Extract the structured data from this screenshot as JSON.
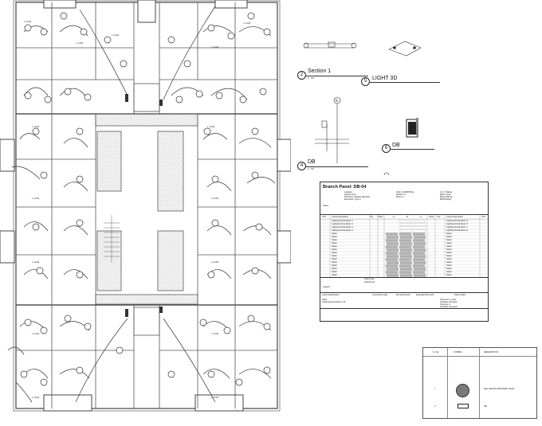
{
  "views": {
    "section1": {
      "number": "2",
      "title": "Section 1",
      "scale": "1 : 50"
    },
    "light3d": {
      "number": "5",
      "title": "LIGHT 3D"
    },
    "db_elev": {
      "number": "4",
      "title": "DB",
      "scale": "1 : 50"
    },
    "db_3d": {
      "number": "6",
      "title": "DB"
    },
    "grid_tag": "E"
  },
  "branch_panel": {
    "title": "Branch Panel: DB-04",
    "header_left": [
      "Location:",
      "Supply From:",
      "Mounting: Surface Mounted",
      "Enclosure: Type 1"
    ],
    "header_mid": [
      "Volts: 120/208 Wye",
      "Phases: 3",
      "Wires: 4"
    ],
    "header_right": [
      "A.I.C. Rating:",
      "Mains Type:",
      "Mains Rating:",
      "MCB Rating:"
    ],
    "notes_label": "Notes:",
    "col_headers": [
      "CKT",
      "Circuit Description",
      "Trip",
      "Poles",
      "A",
      "B",
      "C",
      "Poles",
      "Trip",
      "Circuit Description",
      "CKT"
    ],
    "rows_left": [
      "Lighting Ahmat Room 1",
      "Lighting Ahmat Room 2",
      "Lighting Ahmat Room 3",
      "Lighting Ahmat Room 4",
      "Spare",
      "Spare",
      "Spare",
      "Spare",
      "Spare",
      "Spare",
      "Spare",
      "Spare",
      "Spare",
      "Spare",
      "Spare",
      "Spare",
      "Spare",
      "Spare"
    ],
    "rows_right": [
      "Lighting Ahmat Room 5",
      "Lighting Ahmat Room 6",
      "Lighting Ahmat Room 7",
      "Lighting Ahmat Room 8",
      "Spare",
      "Spare",
      "Spare",
      "Spare",
      "Spare",
      "Spare",
      "Spare",
      "Spare",
      "Spare",
      "Spare",
      "Spare",
      "Spare",
      "Spare",
      "Spare"
    ],
    "total_load": "Total Load:",
    "total_amps": "Total Amps:",
    "legend_label": "Legend:",
    "load_headers": [
      "Load Classification",
      "Connected Load",
      "Demand Factor",
      "Estimated Demand",
      "Panel Totals"
    ],
    "load_rows": [
      "Other",
      "Lighting Ahmat Room 1-8"
    ],
    "panel_totals": [
      "Total Conn. Load:",
      "Total Est. Demand:",
      "Total Conn.:",
      "Total Est. Demand:"
    ]
  },
  "legend": {
    "headers": [
      "Sr. No.",
      "SYMBOL",
      "DESCRIPTION"
    ],
    "rows": [
      {
        "no": "1",
        "desc": "LED CEILING MOUNTED LIGHT"
      },
      {
        "no": "2",
        "desc": "DB"
      }
    ]
  },
  "colors": {
    "line": "#222222",
    "wall": "#555555",
    "hatch": "#999999",
    "symbol": "#7a7a7a"
  }
}
